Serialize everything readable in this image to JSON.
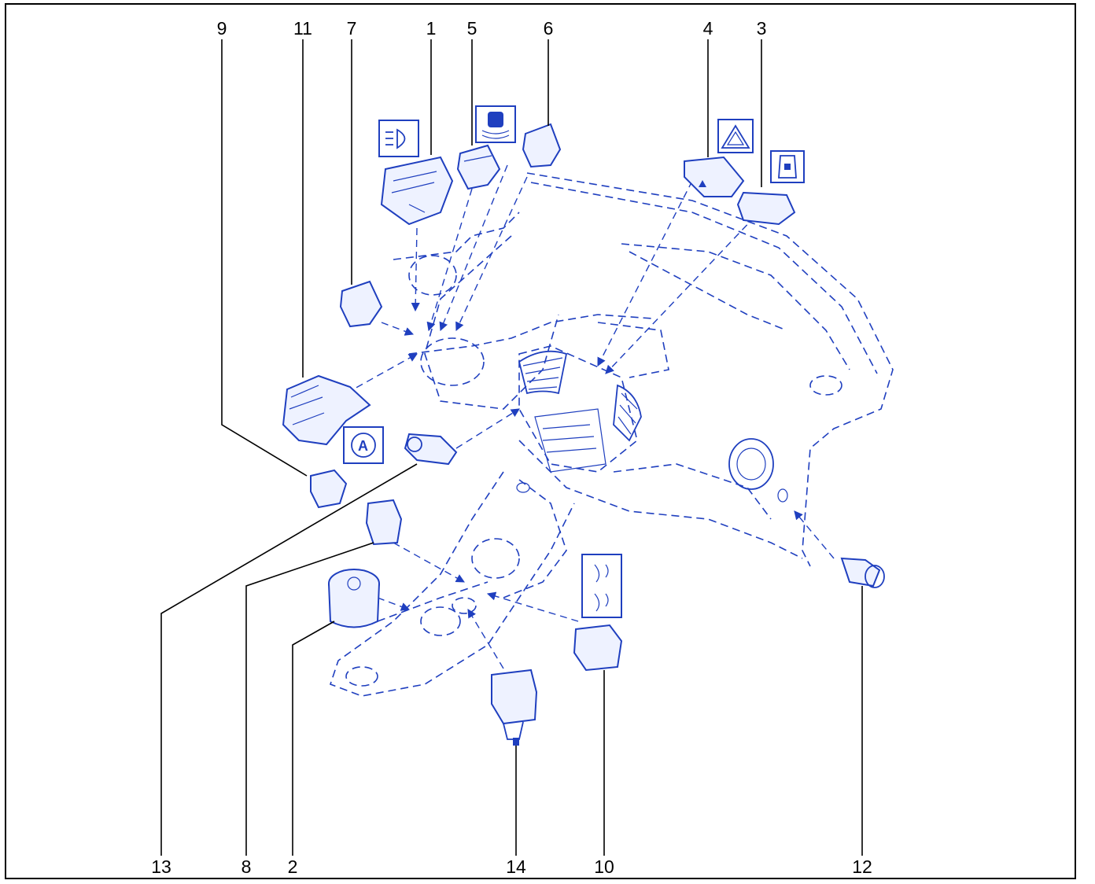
{
  "callouts": [
    {
      "id": "9",
      "label": "9"
    },
    {
      "id": "11",
      "label": "11"
    },
    {
      "id": "7",
      "label": "7"
    },
    {
      "id": "1",
      "label": "1"
    },
    {
      "id": "5",
      "label": "5"
    },
    {
      "id": "6",
      "label": "6"
    },
    {
      "id": "4",
      "label": "4"
    },
    {
      "id": "3",
      "label": "3"
    },
    {
      "id": "13",
      "label": "13"
    },
    {
      "id": "8",
      "label": "8"
    },
    {
      "id": "2",
      "label": "2"
    },
    {
      "id": "14",
      "label": "14"
    },
    {
      "id": "10",
      "label": "10"
    },
    {
      "id": "12",
      "label": "12"
    }
  ],
  "colors": {
    "line": "#1f3fbf",
    "frame": "#000000"
  },
  "icons": [
    "headlamp-level-icon",
    "parking-sensor-icon",
    "hazard-warning-icon",
    "door-lock-icon",
    "auto-hold-icon",
    "seat-heater-icon"
  ]
}
